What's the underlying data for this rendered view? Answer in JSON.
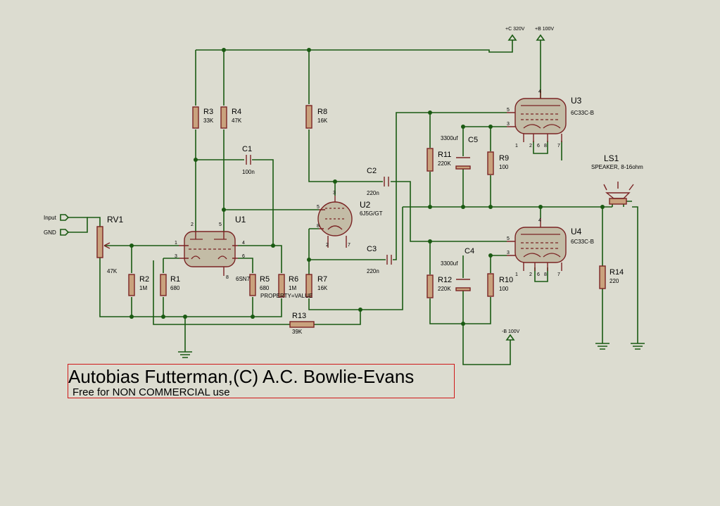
{
  "components": {
    "R3": {
      "ref": "R3",
      "value": "33K"
    },
    "R4": {
      "ref": "R4",
      "value": "47K"
    },
    "R8": {
      "ref": "R8",
      "value": "16K"
    },
    "R2": {
      "ref": "R2",
      "value": "1M"
    },
    "R1": {
      "ref": "R1",
      "value": "680"
    },
    "R5": {
      "ref": "R5",
      "value": "680"
    },
    "R6": {
      "ref": "R6",
      "value": "1M"
    },
    "R7": {
      "ref": "R7",
      "value": "16K"
    },
    "R13": {
      "ref": "R13",
      "value": "39K"
    },
    "R11": {
      "ref": "R11",
      "value": "220K"
    },
    "R9": {
      "ref": "R9",
      "value": "100"
    },
    "R12": {
      "ref": "R12",
      "value": "220K"
    },
    "R10": {
      "ref": "R10",
      "value": "100"
    },
    "R14": {
      "ref": "R14",
      "value": "220"
    },
    "RV1": {
      "ref": "RV1",
      "value": "47K"
    },
    "C1": {
      "ref": "C1",
      "value": "100n"
    },
    "C2": {
      "ref": "C2",
      "value": "220n"
    },
    "C3": {
      "ref": "C3",
      "value": "220n"
    },
    "C4": {
      "ref": "C4",
      "value": "3300uf"
    },
    "C5": {
      "ref": "C5",
      "value": "3300uf"
    },
    "U1": {
      "ref": "U1",
      "value": "6SN7"
    },
    "U2": {
      "ref": "U2",
      "value": "6J5G/GT"
    },
    "U3": {
      "ref": "U3",
      "value": "6C33C-B"
    },
    "U4": {
      "ref": "U4",
      "value": "6C33C-B"
    },
    "LS1": {
      "ref": "LS1",
      "value": "SPEAKER, 8-16ohm"
    }
  },
  "pins": {
    "u1": {
      "p1": "1",
      "p2": "2",
      "p3": "3",
      "p4": "4",
      "p5": "5",
      "p6": "6",
      "p8": "8"
    },
    "u2": {
      "p2": "2",
      "p3": "3",
      "p5": "5",
      "p7": "7",
      "p8": "8"
    },
    "u3": {
      "p1": "1",
      "p2": "2",
      "p3": "3",
      "p4": "4",
      "p5": "5",
      "p6": "6",
      "p7": "7",
      "p8": "8"
    },
    "u4": {
      "p1": "1",
      "p2": "2",
      "p3": "3",
      "p4": "4",
      "p5": "5",
      "p6": "6",
      "p7": "7",
      "p8": "8"
    }
  },
  "terminals": {
    "input": "Input",
    "gnd": "GND",
    "c_plus": "+C 320V",
    "b_plus": "+B 100V",
    "b_minus": "-B 100V"
  },
  "property_text": "PROPERTY=VALUE",
  "title_block": {
    "title": "Autobias Futterman,(C) A.C. Bowlie-Evans",
    "subtitle": "Free for NON COMMERCIAL use"
  },
  "colors": {
    "background": "#dcdcd0",
    "wire": "#1a5a12",
    "component": "#7a2323",
    "resistor_fill": "#c9a27d",
    "tube_fill": "#c3bca6",
    "title_border": "#d01818"
  }
}
